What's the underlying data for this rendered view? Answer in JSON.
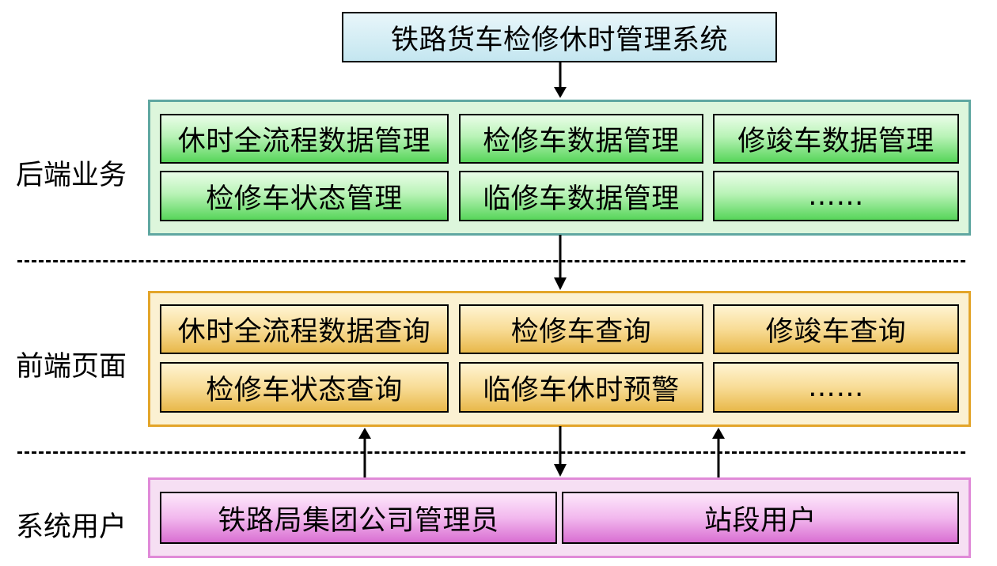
{
  "title": "铁路货车检修休时管理系统",
  "layers": {
    "backend": {
      "label": "后端业务",
      "cells": [
        "休时全流程数据管理",
        "检修车数据管理",
        "修竣车数据管理",
        "检修车状态管理",
        "临修车数据管理",
        "……"
      ]
    },
    "frontend": {
      "label": "前端页面",
      "cells": [
        "休时全流程数据查询",
        "检修车查询",
        "修竣车查询",
        "检修车状态查询",
        "临修车休时预警",
        "……"
      ]
    },
    "users": {
      "label": "系统用户",
      "cells": [
        "铁路局集团公司管理员",
        "站段用户"
      ]
    }
  },
  "colors": {
    "backend_border": "#5fa7a1",
    "frontend_border": "#e3a52a",
    "users_border": "#e08ad8",
    "title_fill": "#c4e6f0"
  }
}
